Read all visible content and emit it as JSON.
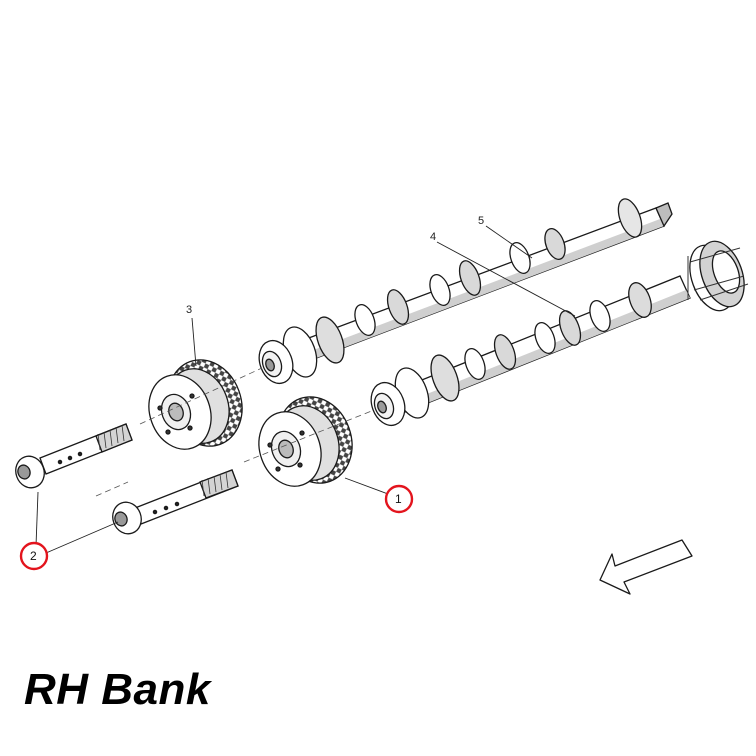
{
  "title": "RH Bank",
  "callouts": {
    "one": "1",
    "two": "2",
    "three": "3",
    "four": "4",
    "five": "5"
  },
  "icons": [
    "direction-arrow-icon"
  ],
  "colors": {
    "line": "#1a1a1a",
    "highlight_circle": "#e3141d",
    "background": "#ffffff"
  }
}
